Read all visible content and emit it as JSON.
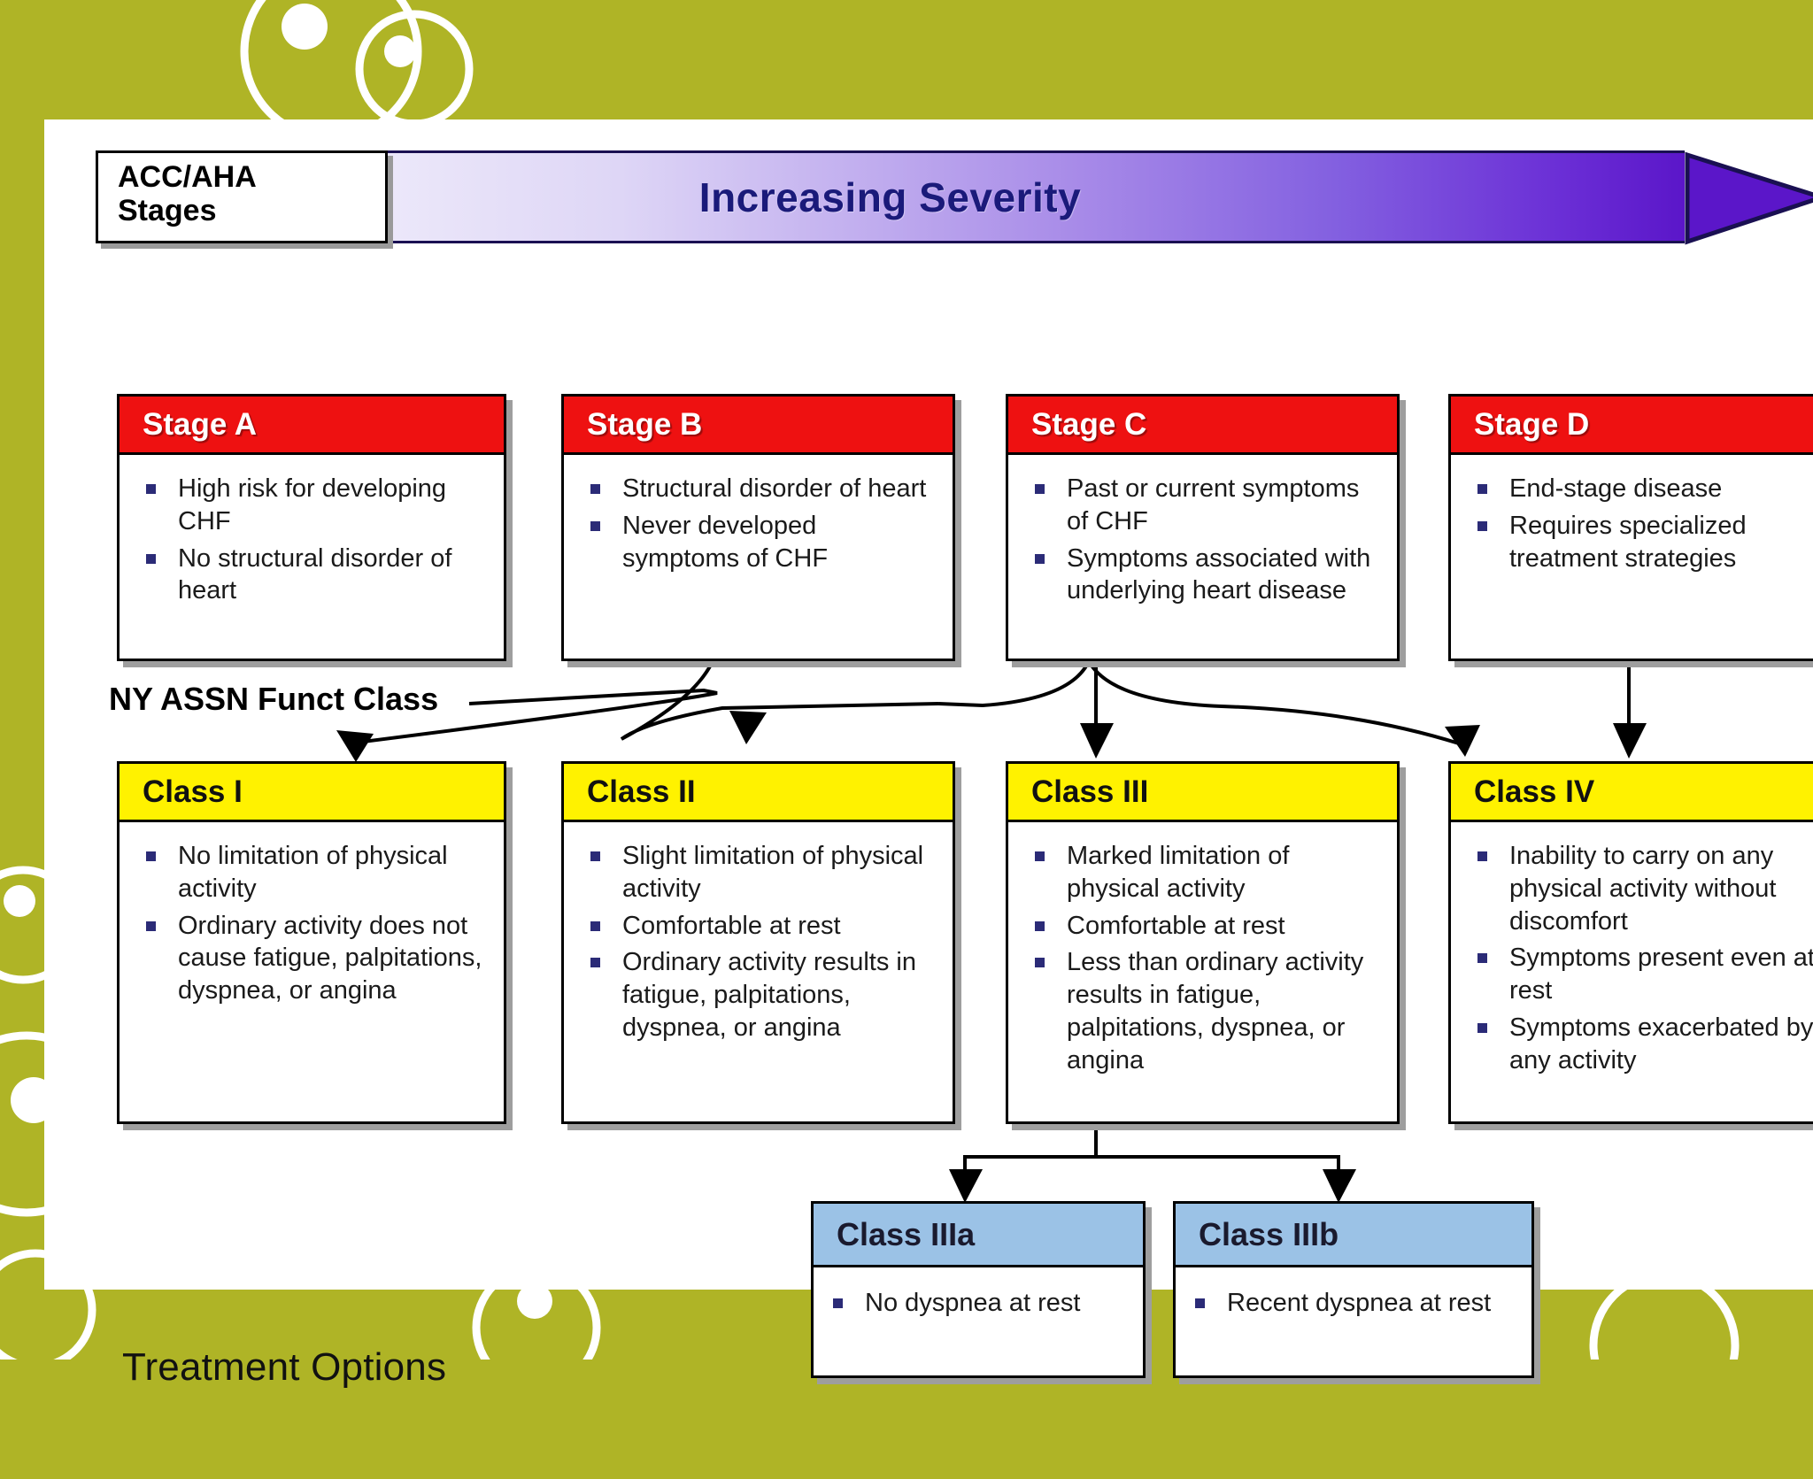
{
  "theme": {
    "olive": "#AFB426",
    "stage_header": "#EE1111",
    "class_header": "#FFF200",
    "subclass_header": "#9BC2E6",
    "severity_text": "#1a1a7a",
    "bullet": "#2b2b77"
  },
  "header": {
    "stages_label_line1": "ACC/AHA",
    "stages_label_line2": "Stages",
    "severity_arrow_label": "Increasing Severity"
  },
  "row_labels": {
    "functional_class": "NY ASSN Funct Class",
    "treatment_options": "Treatment Options"
  },
  "stages": [
    {
      "title": "Stage A",
      "bullets": [
        "High risk for developing CHF",
        "No structural disorder of heart"
      ]
    },
    {
      "title": "Stage B",
      "bullets": [
        "Structural disorder of heart",
        "Never developed symptoms of CHF"
      ]
    },
    {
      "title": "Stage C",
      "bullets": [
        "Past or current symptoms of CHF",
        "Symptoms associated with underlying heart disease"
      ]
    },
    {
      "title": "Stage D",
      "bullets": [
        "End-stage disease",
        "Requires specialized treatment strategies"
      ]
    }
  ],
  "classes": [
    {
      "title": "Class I",
      "bullets": [
        "No limitation of physical activity",
        "Ordinary activity does not cause fatigue, palpitations, dyspnea, or angina"
      ]
    },
    {
      "title": "Class II",
      "bullets": [
        "Slight limitation of physical activity",
        "Comfortable at rest",
        "Ordinary activity results in fatigue, palpitations, dyspnea, or angina"
      ]
    },
    {
      "title": "Class III",
      "bullets": [
        "Marked limitation of physical activity",
        "Comfortable at rest",
        "Less than ordinary activity results in fatigue, palpitations, dyspnea, or angina"
      ]
    },
    {
      "title": "Class IV",
      "bullets": [
        "Inability to carry on any physical activity without discomfort",
        "Symptoms present even at rest",
        "Symptoms exacerbated by any activity"
      ]
    }
  ],
  "subclasses": [
    {
      "title": "Class IIIa",
      "bullets": [
        "No dyspnea at rest"
      ]
    },
    {
      "title": "Class IIIb",
      "bullets": [
        "Recent dyspnea at rest"
      ]
    }
  ]
}
